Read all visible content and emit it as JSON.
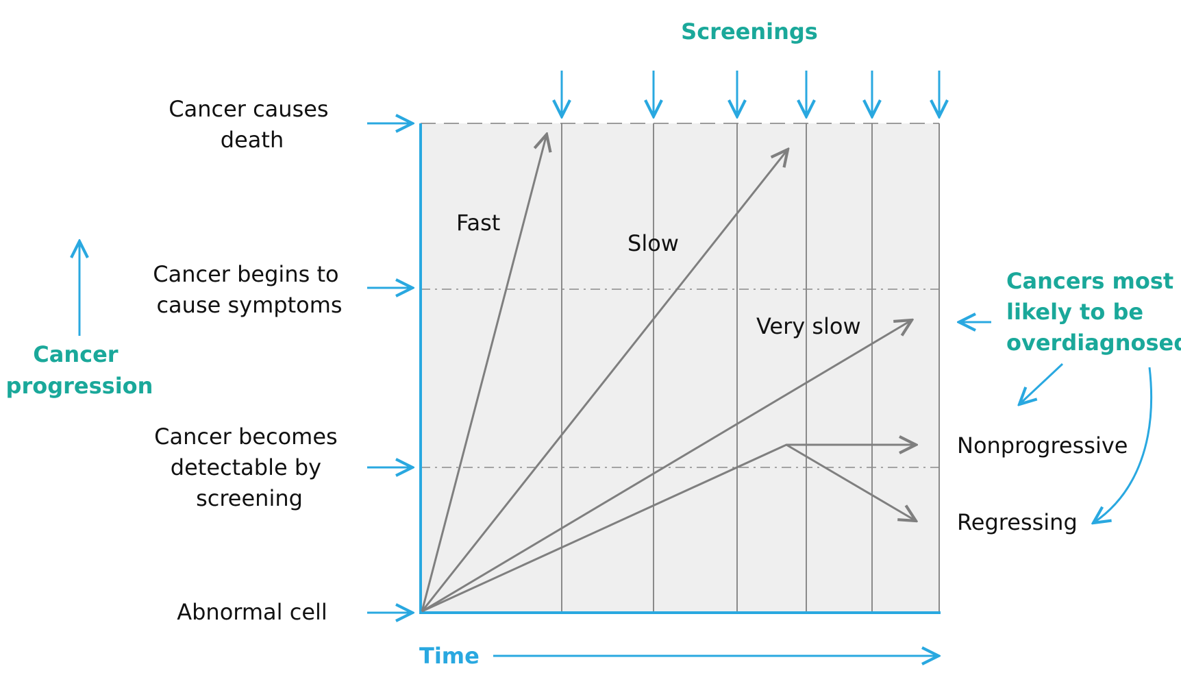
{
  "colors": {
    "teal": "#1aa89a",
    "blue": "#29a8e0",
    "gray_line": "#7f7f7f",
    "panel_fill": "#efefef",
    "text": "#111111"
  },
  "title": "Screenings",
  "x_axis_label": "Time",
  "y_axis_label": [
    "Cancer",
    "progression"
  ],
  "y_levels": [
    {
      "lines": [
        "Cancer causes",
        "death"
      ]
    },
    {
      "lines": [
        "Cancer begins to",
        "cause symptoms"
      ]
    },
    {
      "lines": [
        "Cancer becomes",
        "detectable by",
        "screening"
      ]
    },
    {
      "lines": [
        "Abnormal cell"
      ]
    }
  ],
  "series_labels": {
    "fast": "Fast",
    "slow": "Slow",
    "very_slow": "Very slow"
  },
  "outcome_labels": {
    "nonprogressive": "Nonprogressive",
    "regressing": "Regressing"
  },
  "callout": [
    "Cancers most",
    "likely to be",
    "overdiagnosed"
  ],
  "icons": {
    "screening_arrow": "arrow-down-icon",
    "level_arrow": "arrow-right-icon",
    "progression_arrow": "arrow-up-icon",
    "time_arrow": "arrow-right-icon",
    "callout_pointer": "arrow-left-icon"
  }
}
